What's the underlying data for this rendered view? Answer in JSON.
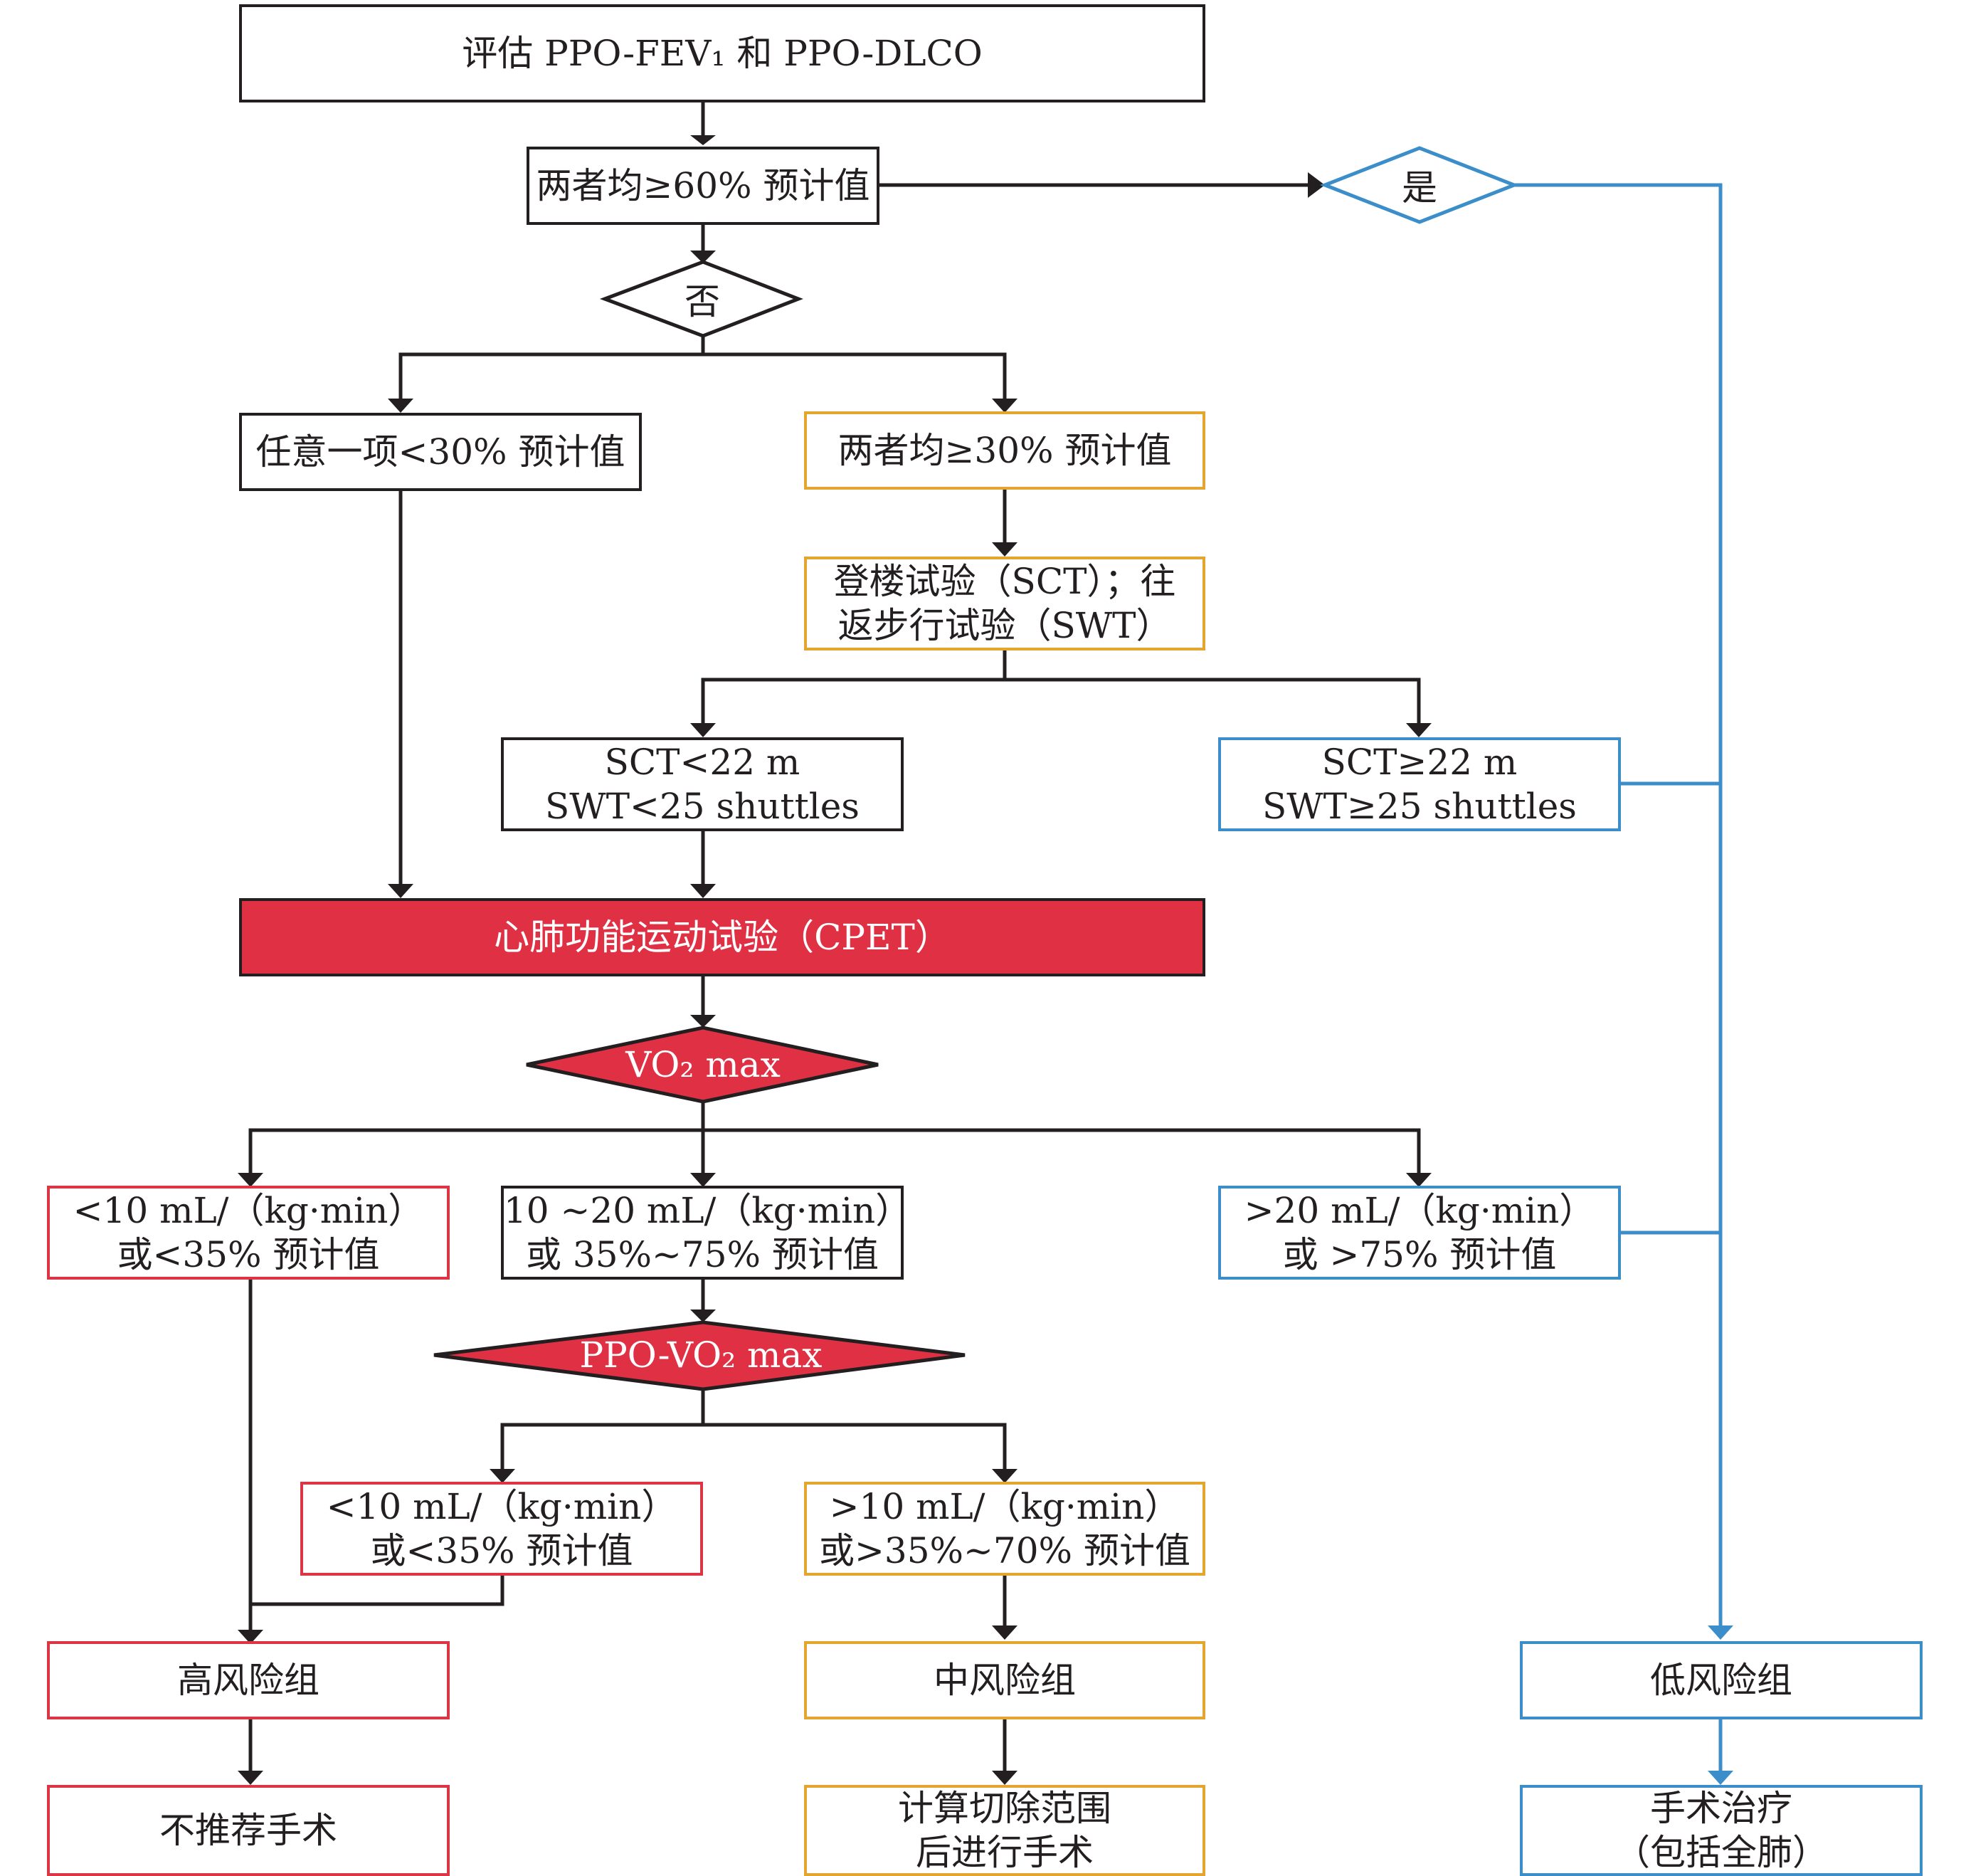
{
  "colors": {
    "black": "#231f20",
    "orange": "#e3a52f",
    "red": "#dc3545",
    "blue": "#3b8ec9",
    "fill_red": "#e03144"
  },
  "nodes": {
    "start": {
      "line1": "评估 PPO-FEV₁ 和 PPO-DLCO"
    },
    "both60": {
      "line1": "两者均≥60% 预计值"
    },
    "any30": {
      "line1": "任意一项<30% 预计值"
    },
    "both30": {
      "line1": "两者均≥30% 预计值"
    },
    "walk": {
      "line1": "登楼试验（SCT）；往",
      "line2": "返步行试验（SWT）"
    },
    "sct_low": {
      "line1": "SCT<22 m",
      "line2": "SWT<25 shuttles"
    },
    "sct_high": {
      "line1": "SCT≥22 m",
      "line2": "SWT≥25 shuttles"
    },
    "cpet": {
      "line1": "心肺功能运动试验（CPET）"
    },
    "vo_low": {
      "line1": "<10 mL/（kg·min）",
      "line2": "或<35% 预计值"
    },
    "vo_mid": {
      "line1": "10 ~20 mL/（kg·min）",
      "line2": "或 35%~75% 预计值"
    },
    "vo_high": {
      "line1": ">20 mL/（kg·min）",
      "line2": "或 >75% 预计值"
    },
    "ppo_low": {
      "line1": "<10 mL/（kg·min）",
      "line2": "或<35% 预计值"
    },
    "ppo_high": {
      "line1": ">10 mL/（kg·min）",
      "line2": "或>35%~70% 预计值"
    },
    "high_risk": {
      "line1": "高风险组"
    },
    "mid_risk": {
      "line1": "中风险组"
    },
    "low_risk": {
      "line1": "低风险组"
    },
    "no_surgery": {
      "line1": "不推荐手术"
    },
    "calc_surgery": {
      "line1": "计算切除范围",
      "line2": "后进行手术"
    },
    "surgery": {
      "line1": "手术治疗",
      "line2": "（包括全肺）"
    }
  },
  "decisions": {
    "yes": "是",
    "no": "否",
    "vo2max": "VO₂ max",
    "ppo_vo2max": "PPO-VO₂ max"
  }
}
